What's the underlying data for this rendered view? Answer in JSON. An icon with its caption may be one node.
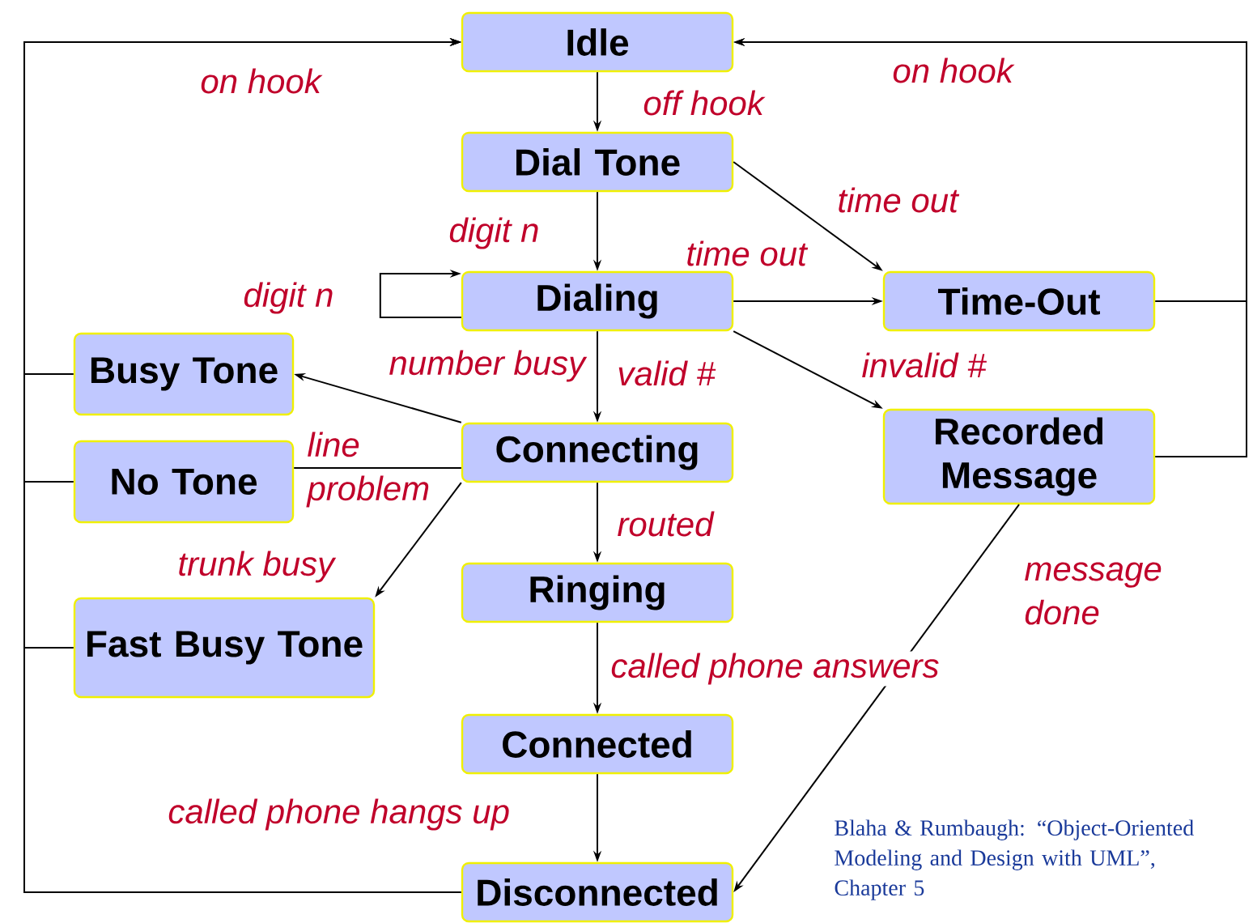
{
  "diagram": {
    "caption": "Blaha & Rumbaugh: “Object-Oriented Modeling and Design with UML”, Chapter 5",
    "nodes": [
      {
        "text": [
          "Idle"
        ]
      },
      {
        "text": [
          "Dial Tone"
        ]
      },
      {
        "text": [
          "Dialing"
        ]
      },
      {
        "text": [
          "Time-Out"
        ]
      },
      {
        "text": [
          "Busy Tone"
        ]
      },
      {
        "text": [
          "Connecting"
        ]
      },
      {
        "text": [
          "Recorded Message"
        ]
      },
      {
        "text": [
          "No Tone"
        ]
      },
      {
        "text": [
          "Ringing"
        ]
      },
      {
        "text": [
          "Fast Busy Tone"
        ]
      },
      {
        "text": [
          "Connected"
        ]
      },
      {
        "text": [
          "Disconnected"
        ]
      }
    ],
    "edges": [
      {
        "from": 0,
        "to": 1,
        "arrow": "to",
        "label": "off hook"
      },
      {
        "from": 1,
        "to": 2,
        "arrow": "to",
        "label": "digit n"
      },
      {
        "from": 2,
        "to": 2,
        "arrow": "to",
        "label": "digit n"
      },
      {
        "from": 1,
        "to": 3,
        "arrow": "to",
        "label": "time out"
      },
      {
        "from": 2,
        "to": 3,
        "arrow": "to",
        "label": "time out"
      },
      {
        "from": 2,
        "to": 6,
        "arrow": "to",
        "label": "invalid #"
      },
      {
        "from": 2,
        "to": 5,
        "arrow": "to",
        "label": "valid #"
      },
      {
        "from": 5,
        "to": 4,
        "arrow": "to",
        "label": "number busy"
      },
      {
        "from": 5,
        "to": 7,
        "arrow": "none",
        "label": "line problem"
      },
      {
        "from": 5,
        "to": 9,
        "arrow": "to",
        "label": "trunk busy"
      },
      {
        "from": 5,
        "to": 8,
        "arrow": "to",
        "label": "routed"
      },
      {
        "from": 8,
        "to": 10,
        "arrow": "to",
        "label": "called phone answers"
      },
      {
        "from": 10,
        "to": 11,
        "arrow": "to",
        "label": "called phone hangs up"
      },
      {
        "from": 6,
        "to": 11,
        "arrow": "to",
        "label": "message done"
      },
      {
        "from": 4,
        "to": 0,
        "arrow": "to"
      },
      {
        "from": 7,
        "to": 0,
        "arrow": "to"
      },
      {
        "from": 9,
        "to": 0,
        "arrow": "to"
      },
      {
        "from": 11,
        "to": 0,
        "arrow": "to",
        "label": "on hook"
      },
      {
        "from": 3,
        "to": 0,
        "arrow": "to",
        "label": "on hook"
      },
      {
        "from": 6,
        "to": 0,
        "arrow": "to"
      }
    ]
  }
}
